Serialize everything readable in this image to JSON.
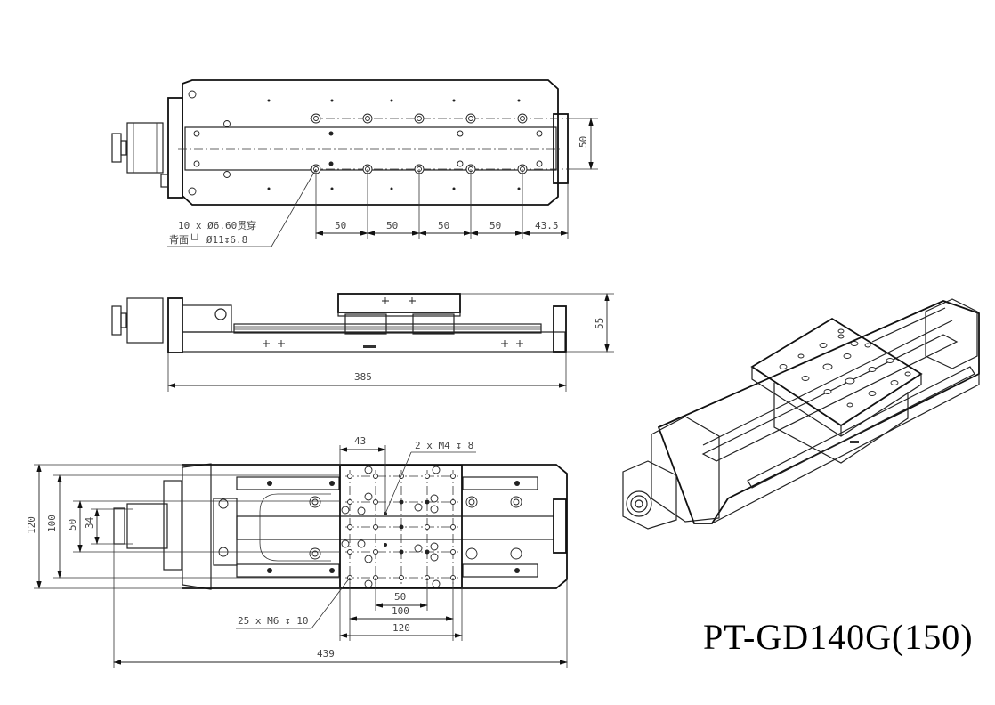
{
  "drawing": {
    "model_title": "PT-GD140G(150)",
    "top_view": {
      "hole_note_line1": "10 x Ø6.60贯穿",
      "hole_note_line2": "背面└┘ Ø11↧6.8",
      "dims_horizontal": [
        "50",
        "50",
        "50",
        "50",
        "43.5"
      ],
      "dim_vertical": "50"
    },
    "side_view": {
      "dim_length": "385",
      "dim_height": "55"
    },
    "bottom_view": {
      "dim_top": "43",
      "note_m4": "2 x M4 ↧ 8",
      "note_m6": "25 x M6 ↧ 10",
      "dims_left": [
        "120",
        "100",
        "50",
        "34"
      ],
      "dims_bottom": [
        "50",
        "100",
        "120"
      ],
      "dim_total": "439"
    },
    "isometric_view": {
      "label": "isometric render of linear stage"
    }
  }
}
